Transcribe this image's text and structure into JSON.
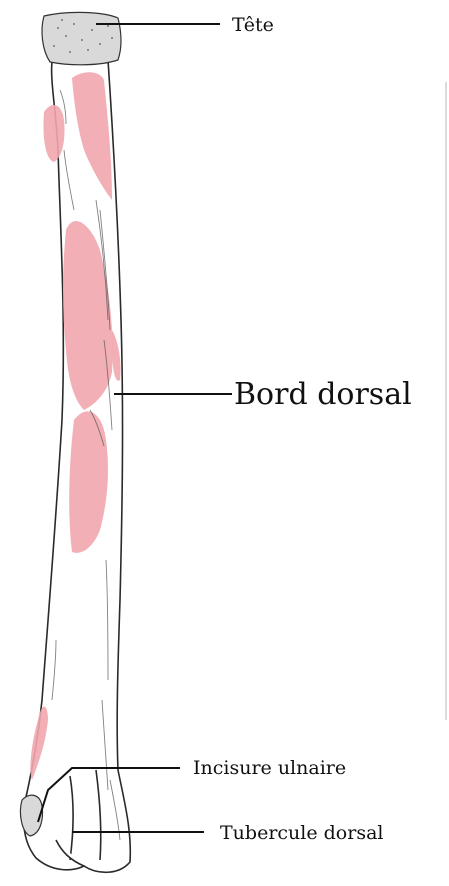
{
  "labels": {
    "head": "Tête",
    "dorsal_border": "Bord dorsal",
    "ulnar_notch": "Incisure ulnaire",
    "dorsal_tubercle": "Tubercule dorsal"
  },
  "colors": {
    "muscle_attachment": "#f1a6ae",
    "bone_fill": "#ffffff",
    "outline": "#2a2a2a",
    "label_text": "#111111"
  }
}
